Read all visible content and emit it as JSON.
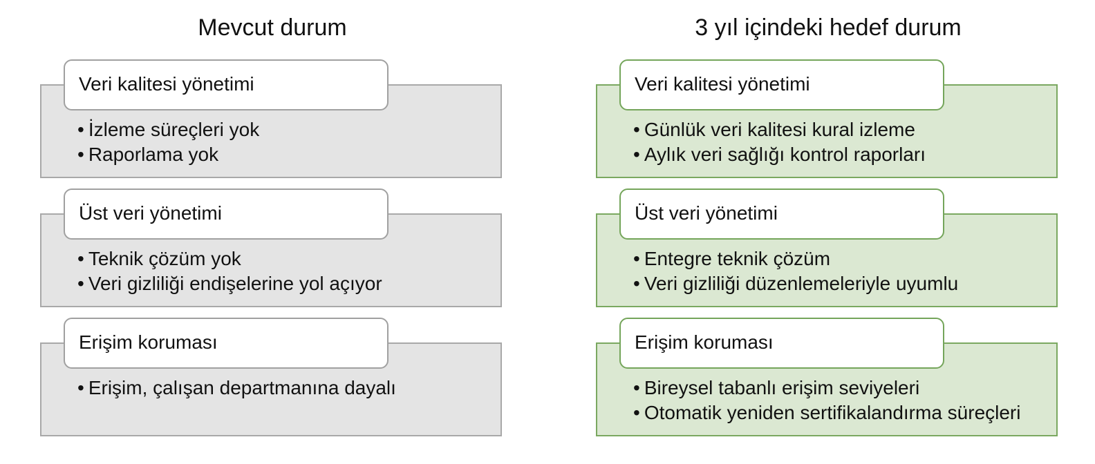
{
  "colors": {
    "current_fill": "#e4e4e4",
    "current_border": "#a8a8a8",
    "target_fill": "#dbe8d2",
    "target_border": "#7aa860",
    "tab_fill": "#ffffff"
  },
  "current": {
    "title": "Mevcut durum",
    "sections": [
      {
        "heading": "Veri kalitesi yönetimi",
        "bullets": [
          "İzleme süreçleri yok",
          "Raporlama yok"
        ]
      },
      {
        "heading": "Üst veri yönetimi",
        "bullets": [
          "Teknik çözüm yok",
          "Veri gizliliği endişelerine yol açıyor"
        ]
      },
      {
        "heading": "Erişim koruması",
        "bullets": [
          "Erişim, çalışan departmanına dayalı"
        ]
      }
    ]
  },
  "target": {
    "title": "3 yıl içindeki hedef durum",
    "sections": [
      {
        "heading": "Veri kalitesi yönetimi",
        "bullets": [
          "Günlük veri kalitesi kural izleme",
          "Aylık veri sağlığı kontrol raporları"
        ]
      },
      {
        "heading": "Üst veri yönetimi",
        "bullets": [
          "Entegre teknik çözüm",
          "Veri gizliliği düzenlemeleriyle uyumlu"
        ]
      },
      {
        "heading": "Erişim koruması",
        "bullets": [
          "Bireysel tabanlı erişim seviyeleri",
          "Otomatik yeniden sertifikalandırma süreçleri"
        ]
      }
    ]
  }
}
